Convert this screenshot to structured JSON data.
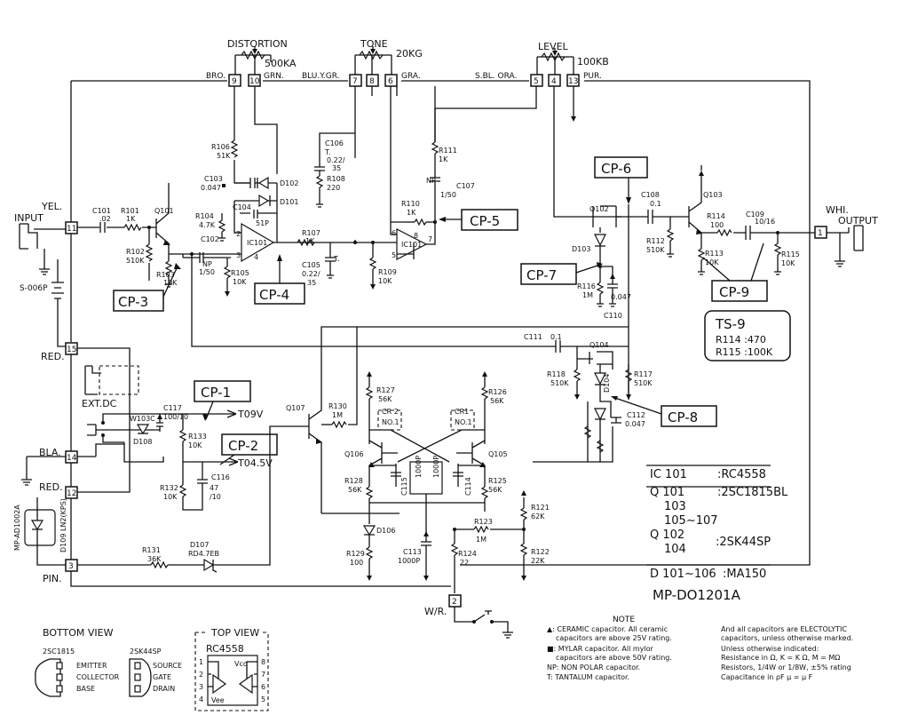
{
  "controls": {
    "distortion": {
      "title": "DISTORTION",
      "value": "500KA"
    },
    "tone": {
      "title": "TONE",
      "value": "20KG"
    },
    "level": {
      "title": "LEVEL",
      "value": "100KB"
    }
  },
  "wire_colors": {
    "bro": "BRO.",
    "grn": "GRN.",
    "blu_ygr": "BLU.Y.GR.",
    "gra": "GRA.",
    "sbl_ora": "S.BL. ORA.",
    "pur": "PUR.",
    "yel": "YEL.",
    "red": "RED.",
    "bla": "BLA.",
    "red2": "RED.",
    "pin": "PIN.",
    "whi": "WHI.",
    "wr": "W/R."
  },
  "terminals": [
    "9",
    "10",
    "7",
    "8",
    "6",
    "5",
    "4",
    "13",
    "11",
    "15",
    "14",
    "12",
    "3",
    "1",
    "2"
  ],
  "io": {
    "input": "INPUT",
    "output": "OUTPUT",
    "ext_dc": "EXT.DC",
    "battery": "S-006P"
  },
  "checkpoints": [
    "CP-1",
    "CP-2",
    "CP-3",
    "CP-4",
    "CP-5",
    "CP-6",
    "CP-7",
    "CP-8",
    "CP-9"
  ],
  "supply": {
    "v9": "T09V",
    "v45": "T04.5V"
  },
  "components": {
    "c101": [
      "C101",
      ".02"
    ],
    "r101": [
      "R101",
      "1K"
    ],
    "q101": "Q101",
    "r102": [
      "R102",
      "510K"
    ],
    "r103": [
      "R103",
      "10K"
    ],
    "r106": [
      "R106",
      "51K"
    ],
    "c103": [
      "C103",
      "0.047"
    ],
    "d102": "D102",
    "d101": "D101",
    "r104": [
      "R104",
      "4.7K"
    ],
    "c104": [
      "C104",
      "51P"
    ],
    "ic101a": "IC101",
    "c102": [
      "C102",
      "NP",
      "1/50"
    ],
    "r105": [
      "R105",
      "10K"
    ],
    "c106": [
      "C106",
      "T.",
      "0.22/",
      "35"
    ],
    "r108": [
      "R108",
      "220"
    ],
    "r107": [
      "R107",
      "1K"
    ],
    "c105": [
      "C105",
      "T.",
      "0.22/",
      "35"
    ],
    "r109": [
      "R109",
      "10K"
    ],
    "r111": [
      "R111",
      "1K"
    ],
    "c107": [
      "NP",
      "C107",
      "1/50"
    ],
    "r110": [
      "R110",
      "1K"
    ],
    "ic101b": "IC101",
    "q102": "Q102",
    "d103": "D103",
    "r112": [
      "R112",
      "510K"
    ],
    "c108": [
      "C108",
      "0.1"
    ],
    "r116": [
      "R116",
      "1M"
    ],
    "c110": [
      "0.047",
      "C110"
    ],
    "q103": "Q103",
    "r114": [
      "R114",
      "100"
    ],
    "c109": [
      "C109",
      "10/16"
    ],
    "r113": [
      "R113",
      "10K"
    ],
    "r115": [
      "R115",
      "10K"
    ],
    "c111": [
      "C111",
      "0.1"
    ],
    "q104": "Q104",
    "r118": [
      "R118",
      "510K"
    ],
    "r117": [
      "R117",
      "510K"
    ],
    "d104": "D104",
    "c112": [
      "C112",
      "0.047"
    ],
    "c117": [
      "C117",
      "100/10"
    ],
    "w103c": "W103C",
    "d108": "D108",
    "r133": [
      "R133",
      "10K"
    ],
    "r132": [
      "R132",
      "10K"
    ],
    "c116": [
      "C116",
      "47",
      "/10"
    ],
    "q107": "Q107",
    "r130": [
      "R130",
      "1M"
    ],
    "r127": [
      "R127",
      "56K"
    ],
    "r126": [
      "R126",
      "56K"
    ],
    "cr2": [
      "CR 2",
      "NO.1"
    ],
    "cr1": [
      "CR1",
      "NO.1"
    ],
    "q106": "Q106",
    "q105": "Q105",
    "r128": [
      "R128",
      "56K"
    ],
    "c115": "C115",
    "c114": "C114",
    "c115v": "1000P",
    "c114v": "1000P",
    "r125": [
      "R125",
      "56K"
    ],
    "d106": "D106",
    "r129": [
      "R129",
      "100"
    ],
    "c113": [
      "C113",
      "1000P"
    ],
    "r124": [
      "R124",
      "22"
    ],
    "r123": [
      "R123",
      "1M"
    ],
    "r121": [
      "R121",
      "62K"
    ],
    "r122": [
      "R122",
      "22K"
    ],
    "r131": [
      "R131",
      "36K"
    ],
    "d107": [
      "D107",
      "RD4.7EB"
    ],
    "d109": "D109 LN2(KPS)",
    "mp_ad": "MP-AD1002A"
  },
  "ts9": {
    "title": "TS-9",
    "r114": "R114 :470",
    "r115": "R115 :100K"
  },
  "parts_table": [
    {
      "ref": "IC  101",
      "part": ":RC4558"
    },
    {
      "ref": "Q  101",
      "part": ":2SC1815BL"
    },
    {
      "ref": "103",
      "part": ""
    },
    {
      "ref": "105∼107",
      "part": ""
    },
    {
      "ref": "Q  102",
      "part": ""
    },
    {
      "ref": "104",
      "part": ":2SK44SP"
    },
    {
      "ref": "D  101∼106",
      "part": ":MA150"
    }
  ],
  "board_id": "MP-DO1201A",
  "views": {
    "bottom": {
      "title": "BOTTOM VIEW",
      "part": "2SC1815",
      "pins": [
        "EMITTER",
        "COLLECTOR",
        "BASE"
      ]
    },
    "jfet": {
      "part": "2SK44SP",
      "pins": [
        "SOURCE",
        "GATE",
        "DRAIN"
      ]
    },
    "top": {
      "title": "TOP VIEW",
      "part": "RC4558",
      "left_pins": [
        "1",
        "2",
        "3",
        "4"
      ],
      "right_pins": [
        "8",
        "7",
        "6",
        "5"
      ],
      "vcc": "Vcc",
      "vee": "Vee"
    }
  },
  "note": {
    "title": "NOTE",
    "lines": [
      "▲: CERAMIC capacitor. All ceramic",
      "capacitors are above 25V rating.",
      "■: MYLAR capacitor. All mylor",
      "capacitors are above 50V rating.",
      "NP: NON POLAR capacitor.",
      "T: TANTALUM capacitor."
    ],
    "right_lines": [
      "And all capacitors are ELECTOLYTIC",
      "capacitors, unless otherwise marked.",
      "Unless otherwise indicated:",
      "Resistance in Ω, K = K Ω, M = MΩ",
      "Resistors, 1/4W or 1/8W, ±5% rating",
      "Capacitance in ρF μ = μ F"
    ]
  }
}
